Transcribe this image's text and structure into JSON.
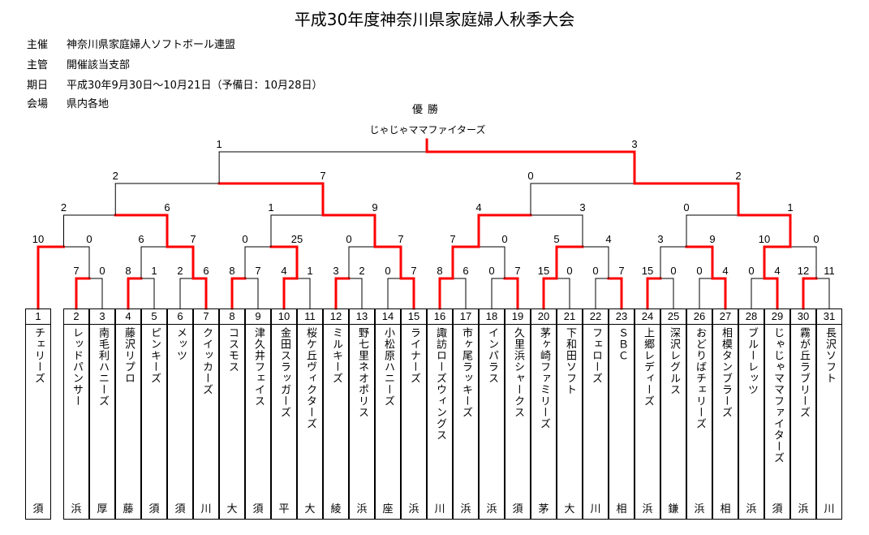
{
  "title": "平成30年度神奈川県家庭婦人秋季大会",
  "info": [
    {
      "label": "主催",
      "value": "神奈川県家庭婦人ソフトボール連盟"
    },
    {
      "label": "主管",
      "value": "開催該当支部"
    },
    {
      "label": "期日",
      "value": "平成30年9月30日～10月21日（予備日：10月28日）"
    },
    {
      "label": "会場",
      "value": "県内各地"
    }
  ],
  "champion": {
    "label": "優勝",
    "name": "じゃじゃママファイターズ"
  },
  "colors": {
    "winner_line": "#ff0000",
    "line": "#000000"
  },
  "teams": [
    {
      "no": "1",
      "name": "チェリーズ",
      "region": "須"
    },
    {
      "no": "2",
      "name": "レッドパンサー",
      "region": "浜"
    },
    {
      "no": "3",
      "name": "南毛利ハニーズ",
      "region": "厚"
    },
    {
      "no": "4",
      "name": "藤沢リプロ",
      "region": "藤"
    },
    {
      "no": "5",
      "name": "ピンキーズ",
      "region": "須"
    },
    {
      "no": "6",
      "name": "メッツ",
      "region": "須"
    },
    {
      "no": "7",
      "name": "クイッカーズ",
      "region": "川"
    },
    {
      "no": "8",
      "name": "コスモス",
      "region": "大"
    },
    {
      "no": "9",
      "name": "津久井フェイス",
      "region": "須"
    },
    {
      "no": "10",
      "name": "金田スラッガーズ",
      "region": "平"
    },
    {
      "no": "11",
      "name": "桜ケ丘ヴィクターズ",
      "region": "大"
    },
    {
      "no": "12",
      "name": "ミルキーズ",
      "region": "綾"
    },
    {
      "no": "13",
      "name": "野七里ネオポリス",
      "region": "浜"
    },
    {
      "no": "14",
      "name": "小松原ハニーズ",
      "region": "座"
    },
    {
      "no": "15",
      "name": "ライナーズ",
      "region": "浜"
    },
    {
      "no": "16",
      "name": "諏訪ローズウィングス",
      "region": "川"
    },
    {
      "no": "17",
      "name": "市ヶ尾ラッキーズ",
      "region": "浜"
    },
    {
      "no": "18",
      "name": "インパラス",
      "region": "浜"
    },
    {
      "no": "19",
      "name": "久里浜シャークス",
      "region": "須"
    },
    {
      "no": "20",
      "name": "茅ヶ崎ファミリーズ",
      "region": "茅"
    },
    {
      "no": "21",
      "name": "下和田ソフト",
      "region": "大"
    },
    {
      "no": "22",
      "name": "フェローズ",
      "region": "川"
    },
    {
      "no": "23",
      "name": "ＳＢＣ",
      "region": "相"
    },
    {
      "no": "24",
      "name": "上郷レディーズ",
      "region": "浜"
    },
    {
      "no": "25",
      "name": "深沢レグルス",
      "region": "鎌"
    },
    {
      "no": "26",
      "name": "おどりばチェリーズ",
      "region": "浜"
    },
    {
      "no": "27",
      "name": "相模タンブラーズ",
      "region": "相"
    },
    {
      "no": "28",
      "name": "ブルーレッツ",
      "region": "浜"
    },
    {
      "no": "29",
      "name": "じゃじゃママファイターズ",
      "region": "須"
    },
    {
      "no": "30",
      "name": "霧が丘ラブリーズ",
      "region": "浜"
    },
    {
      "no": "31",
      "name": "長沢ソフト",
      "region": "川"
    }
  ],
  "rounds": [
    [
      [
        7,
        0
      ],
      [
        8,
        1
      ],
      [
        2,
        6
      ],
      [
        8,
        7
      ],
      [
        4,
        1
      ],
      [
        3,
        2
      ],
      [
        0,
        7
      ],
      [
        8,
        6
      ],
      [
        0,
        7
      ],
      [
        15,
        0
      ],
      [
        0,
        7
      ],
      [
        15,
        0
      ],
      [
        0,
        4
      ],
      [
        0,
        4
      ],
      [
        12,
        11
      ]
    ],
    [
      [
        10,
        0
      ],
      [
        6,
        7
      ],
      [
        0,
        25
      ],
      [
        0,
        7
      ],
      [
        7,
        0
      ],
      [
        5,
        4
      ],
      [
        3,
        9
      ],
      [
        10,
        0
      ]
    ],
    [
      [
        2,
        6
      ],
      [
        1,
        9
      ],
      [
        4,
        3
      ],
      [
        0,
        1
      ]
    ],
    [
      [
        2,
        7
      ],
      [
        0,
        2
      ]
    ],
    [
      [
        1,
        3
      ]
    ]
  ]
}
